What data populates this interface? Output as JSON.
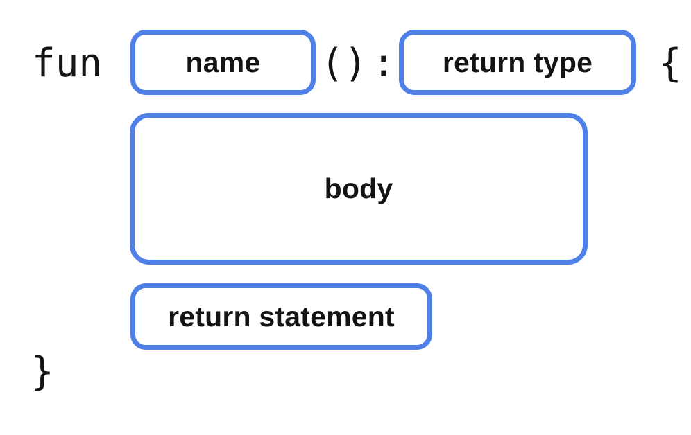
{
  "background": "#ffffff",
  "colors": {
    "background": "#ffffff",
    "box_border": "#4f80e8",
    "code_text": "#141414",
    "label_text": "#141414"
  },
  "code_tokens": {
    "fun_keyword": "fun",
    "parentheses": "()",
    "colon": ":",
    "open_brace": "{",
    "close_brace": "}"
  },
  "boxes": {
    "name": {
      "label": "name"
    },
    "return_type": {
      "label": "return type"
    },
    "body": {
      "label": "body"
    },
    "return_statement": {
      "label": "return statement"
    }
  }
}
